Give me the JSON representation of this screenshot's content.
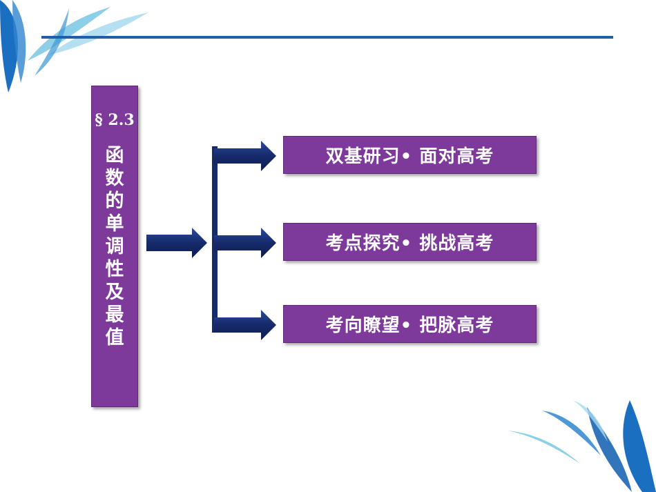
{
  "title": {
    "section": "§ 2.3",
    "text": "函数的单调性及最值"
  },
  "items": [
    {
      "label": "双基研习• 面对高考"
    },
    {
      "label": "考点探究• 挑战高考"
    },
    {
      "label": "考向瞭望• 把脉高考"
    }
  ],
  "colors": {
    "box": "#7d3a9b",
    "arrow": "#162a6b",
    "accent_line": "#1f5fa8",
    "leaf_blue": "#1a6fc0",
    "leaf_light": "#8ecfe8"
  }
}
